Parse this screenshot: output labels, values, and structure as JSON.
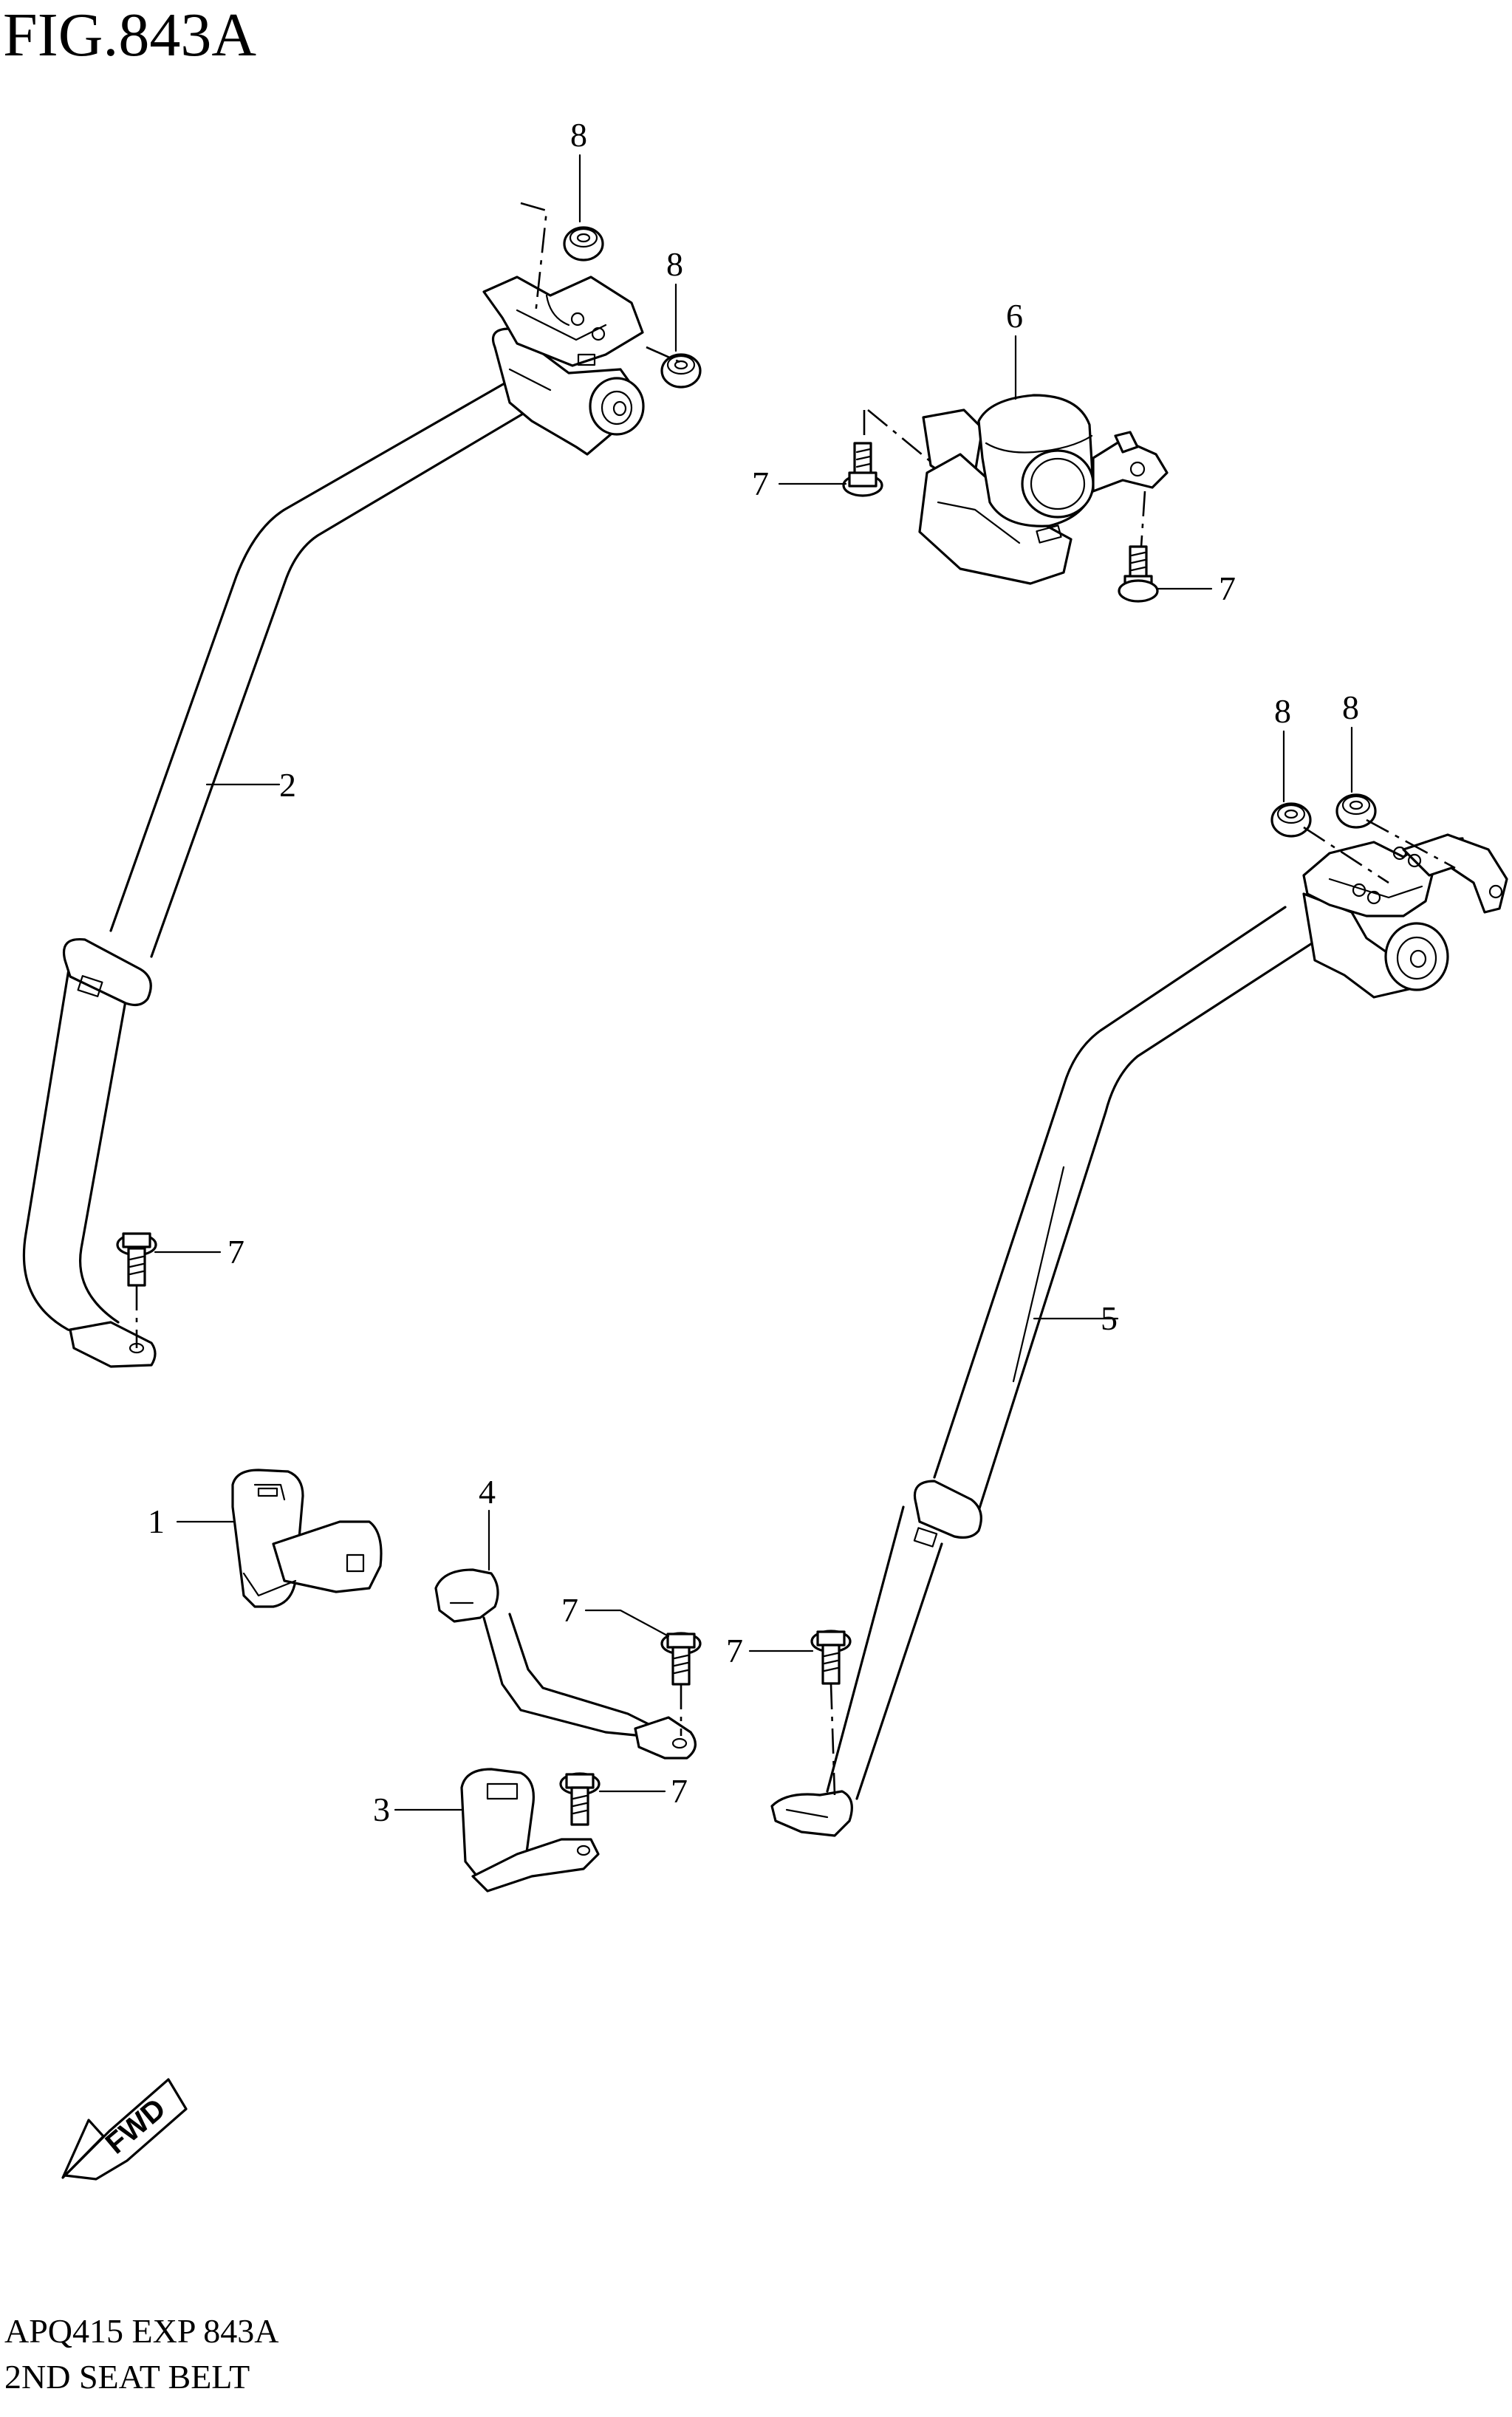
{
  "figure": {
    "title": "FIG.843A",
    "code": "APQ415 EXP 843A",
    "name": "2ND SEAT BELT"
  },
  "callouts": {
    "p1": "1",
    "p2": "2",
    "p3": "3",
    "p4": "4",
    "p5": "5",
    "p6": "6",
    "p7a": "7",
    "p7b": "7",
    "p7c": "7",
    "p7d": "7",
    "p7e": "7",
    "p7f": "7",
    "p8a": "8",
    "p8b": "8",
    "p8c": "8",
    "p8d": "8"
  },
  "fwd_label": "FWD"
}
